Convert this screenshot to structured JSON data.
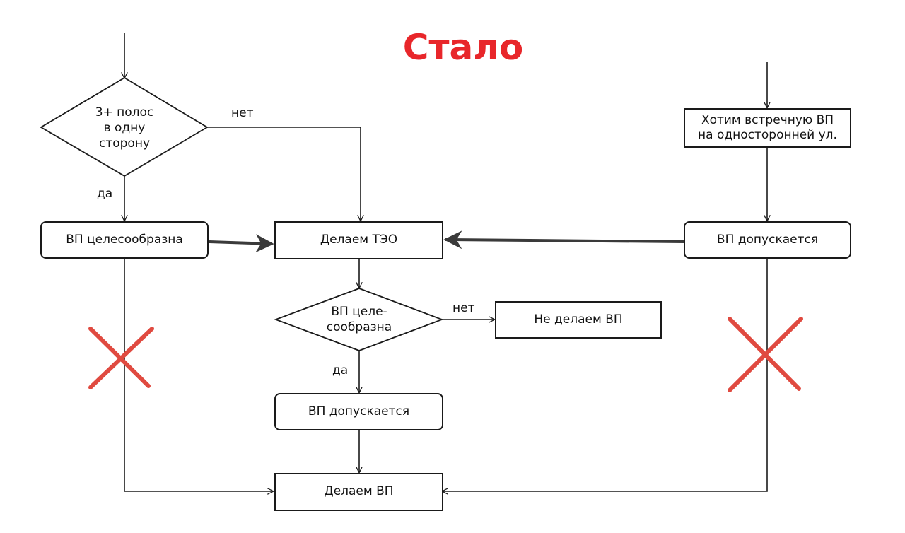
{
  "title": "Стало",
  "colors": {
    "title": "#e8262a",
    "cross": "#e04a40",
    "line": "#1a1a1a"
  },
  "left": {
    "decision": [
      "3+ полос",
      "в одну",
      "сторону"
    ],
    "no_label": "нет",
    "yes_label": "да",
    "box": "ВП целесообразна"
  },
  "right": {
    "start_box": [
      "Хотим встречную ВП",
      "на односторонней ул."
    ],
    "box": "ВП допускается"
  },
  "center": {
    "teo_box": "Делаем ТЭО",
    "decision": [
      "ВП целе-",
      "сообразна"
    ],
    "no_label": "нет",
    "no_box": "Не делаем ВП",
    "yes_label": "да",
    "allowed_box": "ВП допускается",
    "final_box": "Делаем ВП"
  },
  "icons": {
    "left_cross": "cross-mark-icon",
    "right_cross": "cross-mark-icon"
  }
}
